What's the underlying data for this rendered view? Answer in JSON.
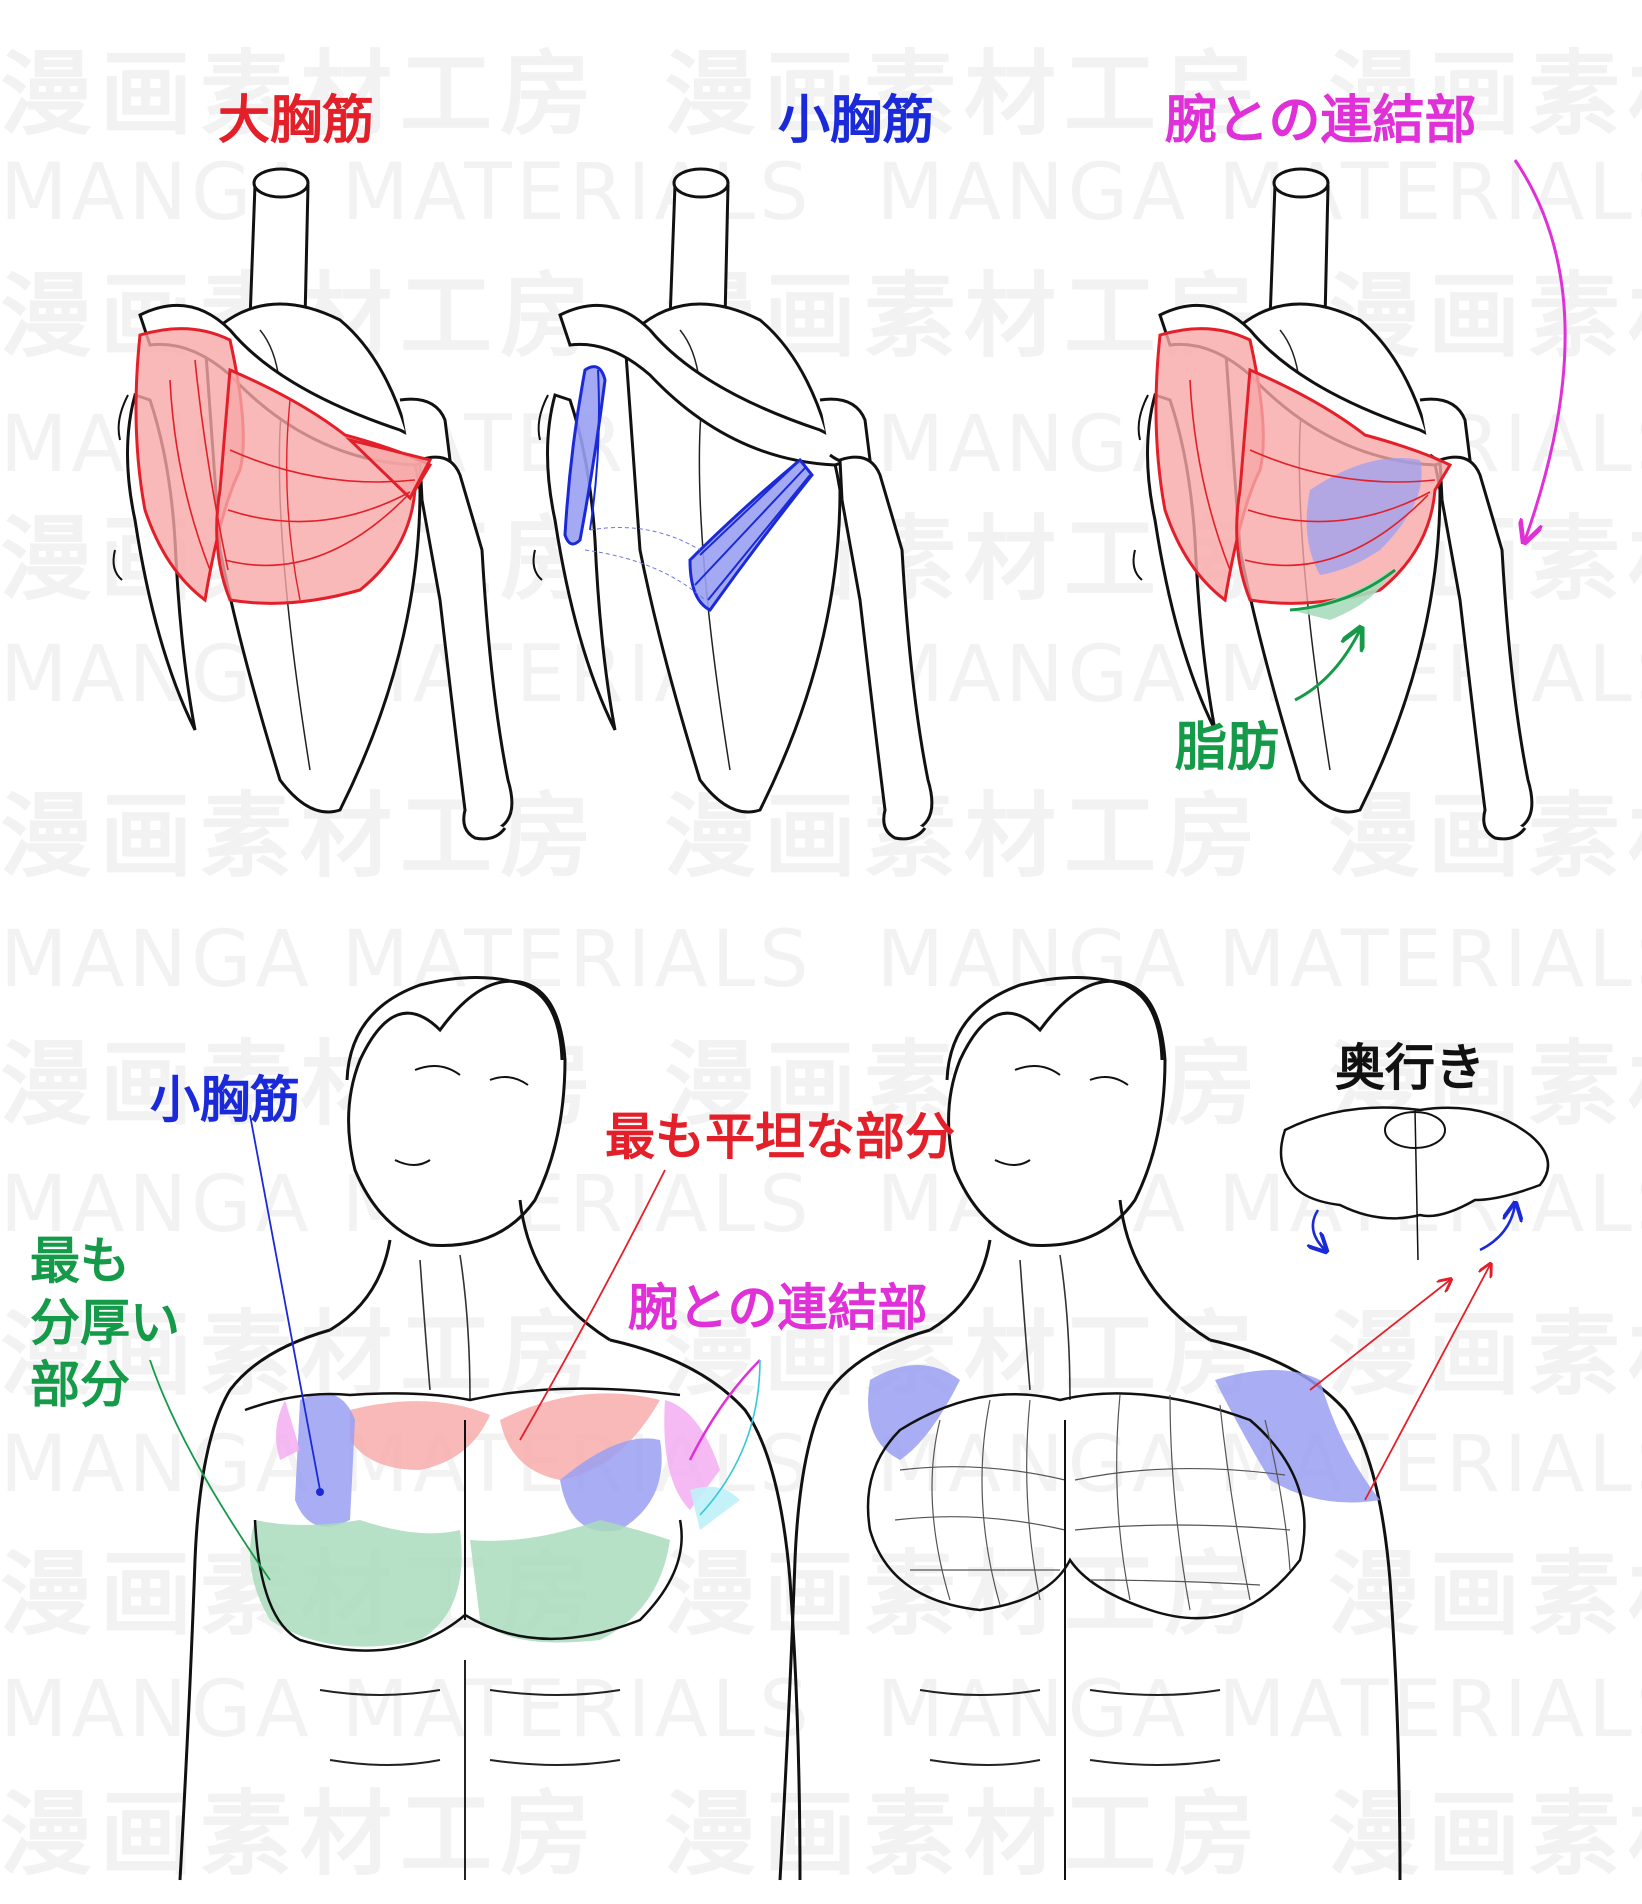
{
  "watermark": {
    "jp": "漫画素材工房",
    "en": "MANGA MATERIALS"
  },
  "top_panels": [
    {
      "label": "大胸筋",
      "color": "#e3202a"
    },
    {
      "label": "小胸筋",
      "color": "#1b2ad8"
    },
    {
      "label": "腕との連結部",
      "color": "#e030d8",
      "fat_label": "脂肪",
      "fat_color": "#149a48"
    }
  ],
  "bottom_left": {
    "pec_minor": "小胸筋",
    "flattest": "最も平坦な部分",
    "arm_link": "腕との連結部",
    "thickest_line1": "最も",
    "thickest_line2": "分厚い",
    "thickest_line3": "部分"
  },
  "bottom_right": {
    "depth": "奥行き"
  },
  "colors": {
    "red": "#e3202a",
    "blue": "#1b2ad8",
    "magenta": "#e030d8",
    "green": "#149a48",
    "pink_fill": "#f7a7a7",
    "blue_fill": "#9aa0f2",
    "green_fill": "#a9dcbc"
  }
}
